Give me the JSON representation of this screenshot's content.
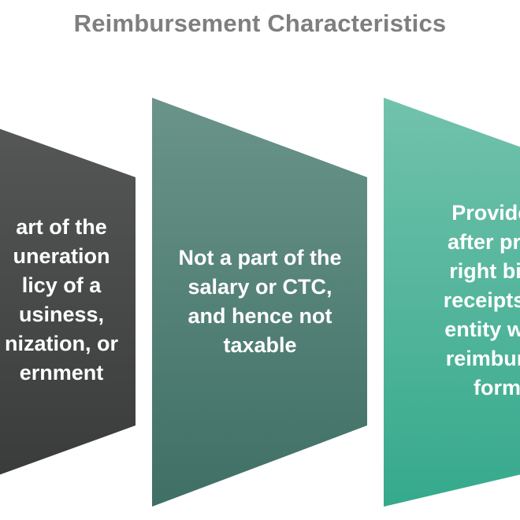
{
  "title": "Reimbursement Characteristics",
  "colors": {
    "title": "#7f7f7f",
    "card_1": "#444645",
    "card_2": "#4f8479",
    "card_3": "#4bb39a",
    "text": "#ffffff"
  },
  "cards": [
    {
      "text": "art of the\nuneration\nlicy of a\nusiness,\nnization, or\nernment"
    },
    {
      "text": "Not a part of the\nsalary or CTC,\nand hence not\ntaxable"
    },
    {
      "text": "Provided\nafter prod\nright bills\nreceipts to\nentity with\nreimburse\nform"
    }
  ]
}
